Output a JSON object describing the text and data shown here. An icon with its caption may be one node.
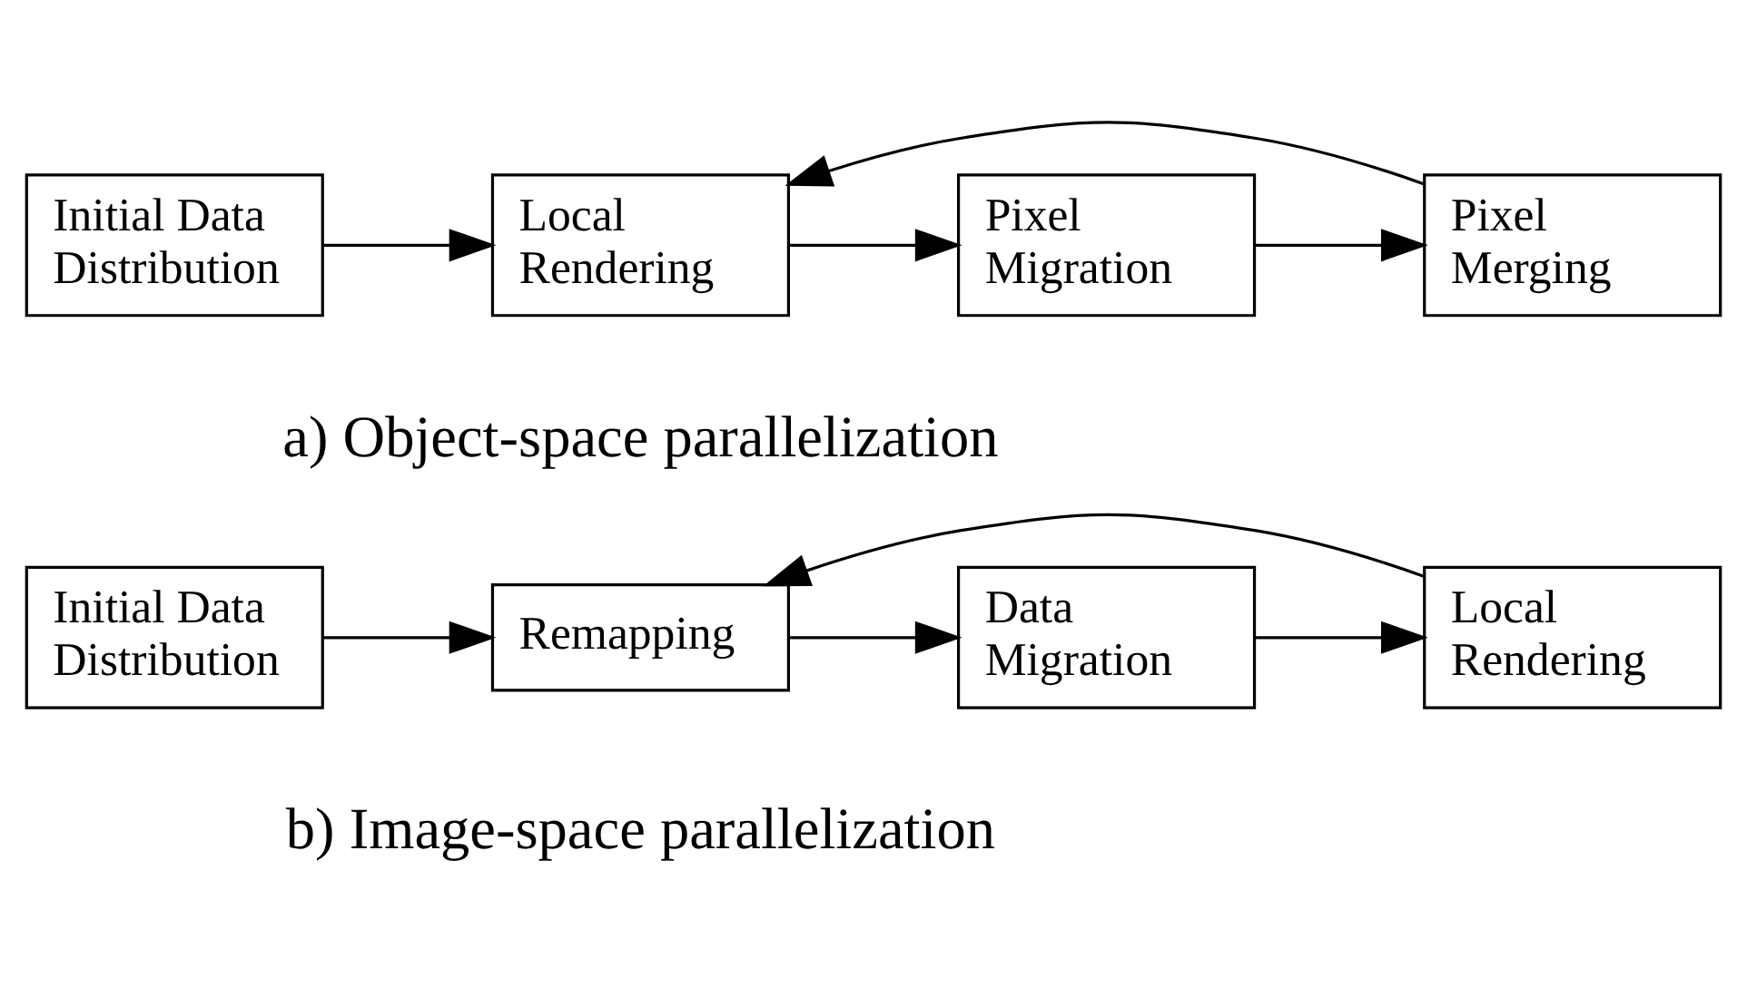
{
  "diagram": {
    "nodes": [
      {
        "text": [
          "Initial Data Distribution"
        ]
      },
      {
        "text": [
          "Local Rendering"
        ]
      },
      {
        "text": [
          "Pixel Migration"
        ]
      },
      {
        "text": [
          "Pixel Merging"
        ]
      },
      {
        "text": [
          "Initial Data Distribution"
        ]
      },
      {
        "text": [
          "Remapping"
        ]
      },
      {
        "text": [
          "Data Migration"
        ]
      },
      {
        "text": [
          "Local Rendering"
        ]
      }
    ],
    "edges": [
      {
        "from": 0,
        "to": 1,
        "arrow": "to"
      },
      {
        "from": 1,
        "to": 2,
        "arrow": "to"
      },
      {
        "from": 2,
        "to": 3,
        "arrow": "to"
      },
      {
        "from": 3,
        "to": 1,
        "arrow": "to"
      },
      {
        "from": 4,
        "to": 5,
        "arrow": "to"
      },
      {
        "from": 5,
        "to": 6,
        "arrow": "to"
      },
      {
        "from": 6,
        "to": 7,
        "arrow": "to"
      },
      {
        "from": 7,
        "to": 5,
        "arrow": "to"
      }
    ],
    "labels": [
      "a) Object-space parallelization",
      "b) Image-space parallelization"
    ]
  }
}
